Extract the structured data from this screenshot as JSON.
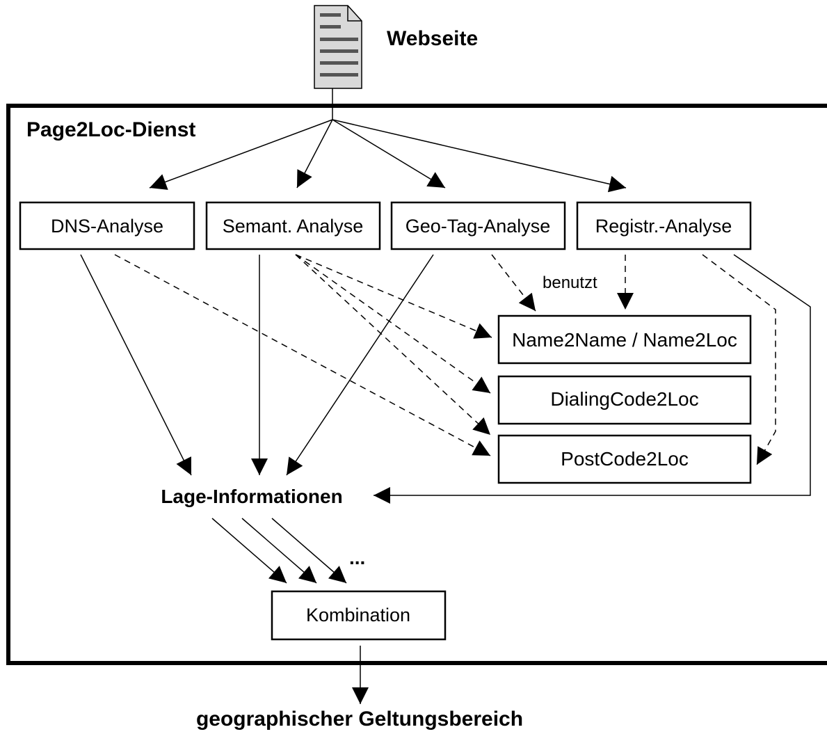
{
  "document": {
    "label": "Webseite"
  },
  "service": {
    "title": "Page2Loc-Dienst"
  },
  "analyses": [
    {
      "label": "DNS-Analyse"
    },
    {
      "label": "Semant. Analyse"
    },
    {
      "label": "Geo-Tag-Analyse"
    },
    {
      "label": "Registr.-Analyse"
    }
  ],
  "resources": [
    {
      "label": "Name2Name / Name2Loc"
    },
    {
      "label": "DialingCode2Loc"
    },
    {
      "label": "PostCode2Loc"
    }
  ],
  "uses_label": "benutzt",
  "location_info": "Lage-Informationen",
  "ellipsis": "...",
  "combination": "Kombination",
  "output": "geographischer Geltungsbereich"
}
